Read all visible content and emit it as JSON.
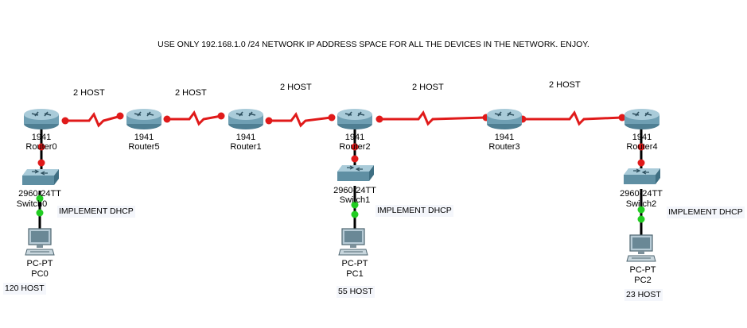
{
  "banner": "USE ONLY 192.168.1.0 /24 NETWORK IP ADDRESS SPACE FOR ALL THE DEVICES IN THE NETWORK. ENJOY.",
  "routers": [
    {
      "model": "1941",
      "name": "Router0"
    },
    {
      "model": "1941",
      "name": "Router5"
    },
    {
      "model": "1941",
      "name": "Router1"
    },
    {
      "model": "1941",
      "name": "Router2"
    },
    {
      "model": "1941",
      "name": "Router3"
    },
    {
      "model": "1941",
      "name": "Router4"
    }
  ],
  "wan_links": [
    "2 HOST",
    "2 HOST",
    "2 HOST",
    "2 HOST",
    "2 HOST"
  ],
  "switches": [
    {
      "model": "2960-24TT",
      "name": "Switch0",
      "note": "IMPLEMENT DHCP"
    },
    {
      "model": "2960-24TT",
      "name": "Switch1",
      "note": "IMPLEMENT DHCP"
    },
    {
      "model": "2960-24TT",
      "name": "Switch2",
      "note": "IMPLEMENT DHCP"
    }
  ],
  "pcs": [
    {
      "model": "PC-PT",
      "name": "PC0",
      "hosts": "120 HOST"
    },
    {
      "model": "PC-PT",
      "name": "PC1",
      "hosts": "55 HOST"
    },
    {
      "model": "PC-PT",
      "name": "PC2",
      "hosts": "23 HOST"
    }
  ],
  "colors": {
    "serial_link": "#e01a1a",
    "ethernet_link": "#000000",
    "port_down": "#e01a1a",
    "port_up": "#22cc22",
    "router_body": "#6f9fb3",
    "switch_body": "#5f8fa3"
  }
}
